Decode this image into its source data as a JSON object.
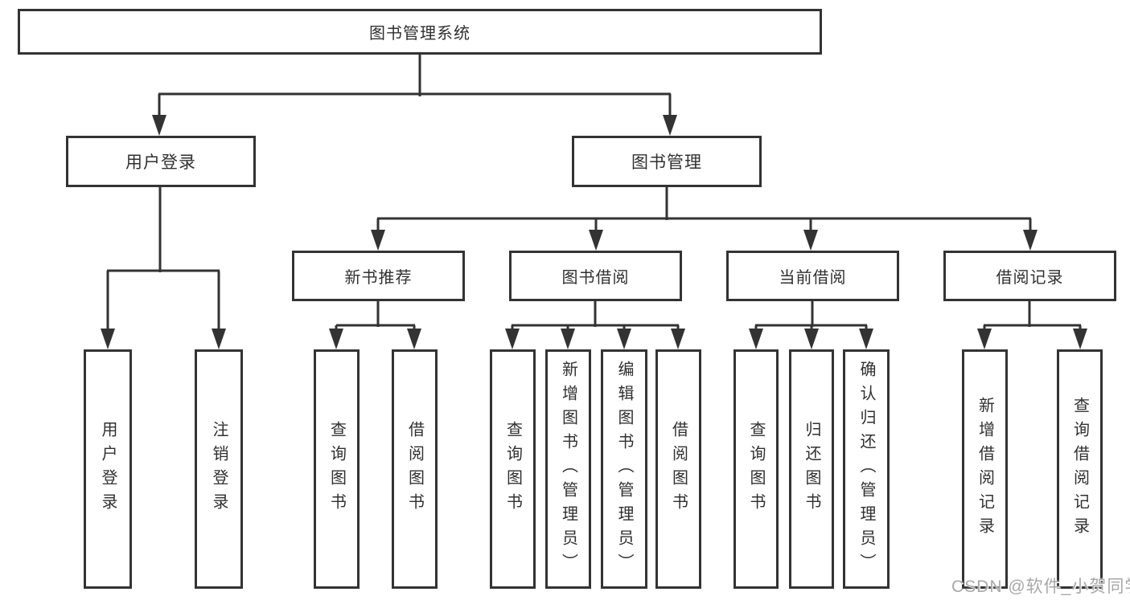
{
  "diagram_title": "图书管理系统",
  "colors": {
    "line": "#333333",
    "text": "#303030",
    "box_bg": "#ffffff",
    "watermark": "#a8a8a8"
  },
  "tree": {
    "root": {
      "label": "图书管理系统"
    },
    "level2": [
      {
        "label": "用户登录"
      },
      {
        "label": "图书管理"
      }
    ],
    "level3": [
      {
        "label": "新书推荐",
        "parent": "图书管理"
      },
      {
        "label": "图书借阅",
        "parent": "图书管理"
      },
      {
        "label": "当前借阅",
        "parent": "图书管理"
      },
      {
        "label": "借阅记录",
        "parent": "图书管理"
      }
    ],
    "leaves": [
      {
        "label": "用户登录",
        "parent": "用户登录"
      },
      {
        "label": "注销登录",
        "parent": "用户登录"
      },
      {
        "label": "查询图书",
        "parent": "新书推荐"
      },
      {
        "label": "借阅图书",
        "parent": "新书推荐"
      },
      {
        "label": "查询图书",
        "parent": "图书借阅"
      },
      {
        "label": "新增图书（管理员）",
        "parent": "图书借阅"
      },
      {
        "label": "编辑图书（管理员）",
        "parent": "图书借阅"
      },
      {
        "label": "借阅图书",
        "parent": "图书借阅"
      },
      {
        "label": "查询图书",
        "parent": "当前借阅"
      },
      {
        "label": "归还图书",
        "parent": "当前借阅"
      },
      {
        "label": "确认归还（管理员）",
        "parent": "当前借阅"
      },
      {
        "label": "新增借阅记录",
        "parent": "借阅记录"
      },
      {
        "label": "查询借阅记录",
        "parent": "借阅记录"
      }
    ]
  },
  "watermark": "CSDN @软件_小贺同学"
}
